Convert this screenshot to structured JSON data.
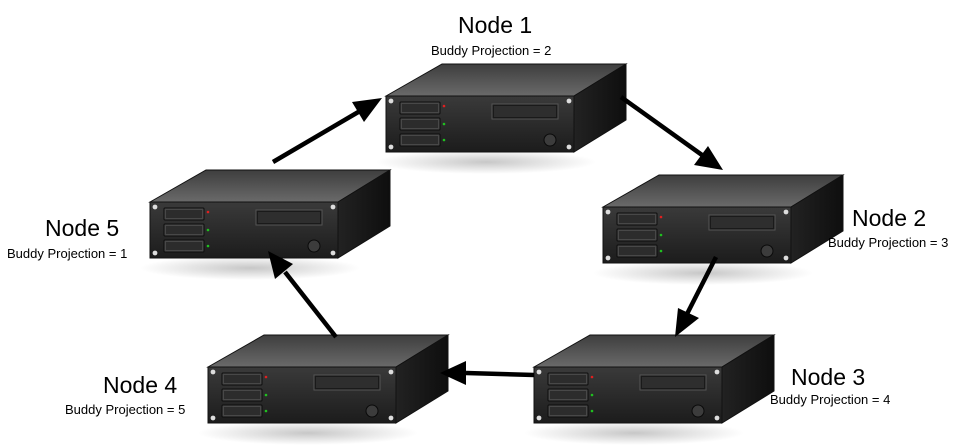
{
  "nodes": [
    {
      "title": "Node 1",
      "subtitle": "Buddy Projection = 2"
    },
    {
      "title": "Node 2",
      "subtitle": "Buddy Projection = 3"
    },
    {
      "title": "Node 3",
      "subtitle": "Buddy Projection = 4"
    },
    {
      "title": "Node 4",
      "subtitle": "Buddy Projection = 5"
    },
    {
      "title": "Node 5",
      "subtitle": "Buddy Projection = 1"
    }
  ],
  "edges": [
    {
      "from": "Node 1",
      "to": "Node 2"
    },
    {
      "from": "Node 2",
      "to": "Node 3"
    },
    {
      "from": "Node 3",
      "to": "Node 4"
    },
    {
      "from": "Node 4",
      "to": "Node 5"
    },
    {
      "from": "Node 5",
      "to": "Node 1"
    }
  ],
  "colors": {
    "server_front": "#2a2a2a",
    "server_top": "#5a5a5a",
    "server_side": "#161616",
    "led_red": "#e02020",
    "led_green": "#20c020",
    "arrow": "#000000"
  }
}
